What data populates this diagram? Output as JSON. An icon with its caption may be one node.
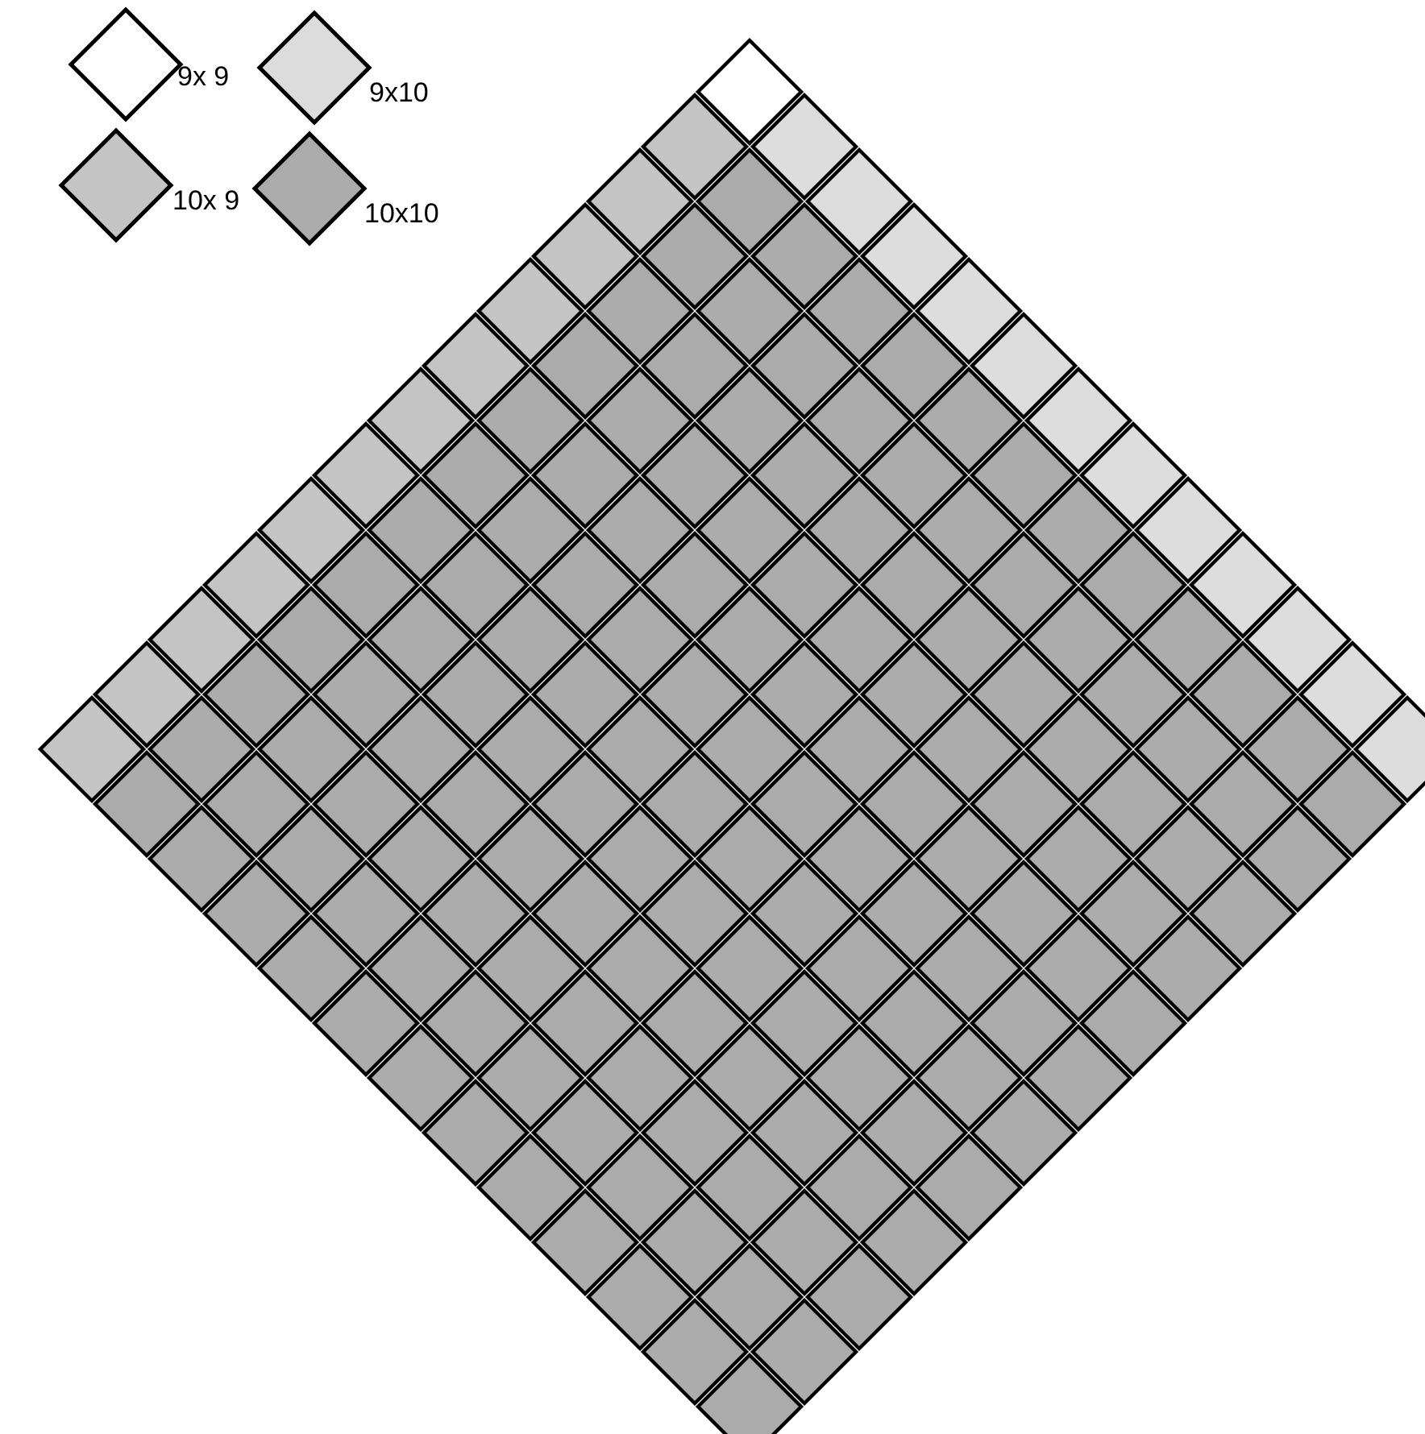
{
  "diagram": {
    "legend": [
      {
        "text": "9x 9",
        "color": "#ffffff"
      },
      {
        "text": "9x10",
        "color": "#dcdcdc"
      },
      {
        "text": "10x 9",
        "color": "#c4c4c4"
      },
      {
        "text": "10x10",
        "color": "#ababab"
      }
    ]
  }
}
